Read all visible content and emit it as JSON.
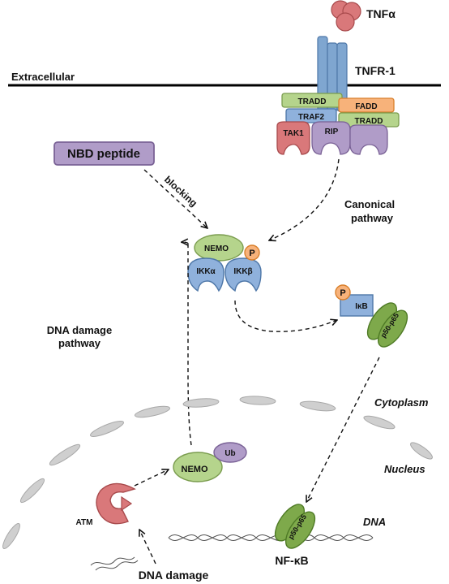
{
  "labels": {
    "tnf": "TNFα",
    "tnfr1": "TNFR-1",
    "extracellular": "Extracellular",
    "tradd_left": "TRADD",
    "traf2": "TRAF2",
    "fadd": "FADD",
    "tradd_right": "TRADD",
    "tak1": "TAK1",
    "rip": "RIP",
    "nbd_peptide": "NBD peptide",
    "blocking": "blocking",
    "canonical_line1": "Canonical",
    "canonical_line2": "pathway",
    "nemo_top": "NEMO",
    "phospho_top": "P",
    "ikka": "IKKα",
    "ikkb": "IKKβ",
    "phospho_ikb": "P",
    "ikb": "IκB",
    "p50p65_cyto": "p50-p65",
    "dna_damage_pathway_line1": "DNA damage",
    "dna_damage_pathway_line2": "pathway",
    "cytoplasm": "Cytoplasm",
    "nucleus": "Nucleus",
    "ub": "Ub",
    "nemo_bottom": "NEMO",
    "atm": "ATM",
    "dna": "DNA",
    "p50p65_nuc": "p50-p65",
    "nfkb": "NF-κB",
    "dna_damage": "DNA damage"
  },
  "colors": {
    "tnf_fill": "#d9787a",
    "receptor_fill": "#7fa6d0",
    "green_fill": "#b5d48c",
    "green_stroke": "#7a9c4e",
    "blue_fill": "#8fb1dc",
    "blue_stroke": "#4e77a8",
    "orange_fill": "#f7b27a",
    "orange_stroke": "#d9802c",
    "purple_fill": "#b09cc8",
    "purple_stroke": "#7a6296",
    "red_fill": "#d9787a",
    "red_stroke": "#a84a4c",
    "dark_green_fill": "#7ea94b",
    "dark_green_stroke": "#4e7a25",
    "membrane_fill": "#cfcfcf"
  }
}
